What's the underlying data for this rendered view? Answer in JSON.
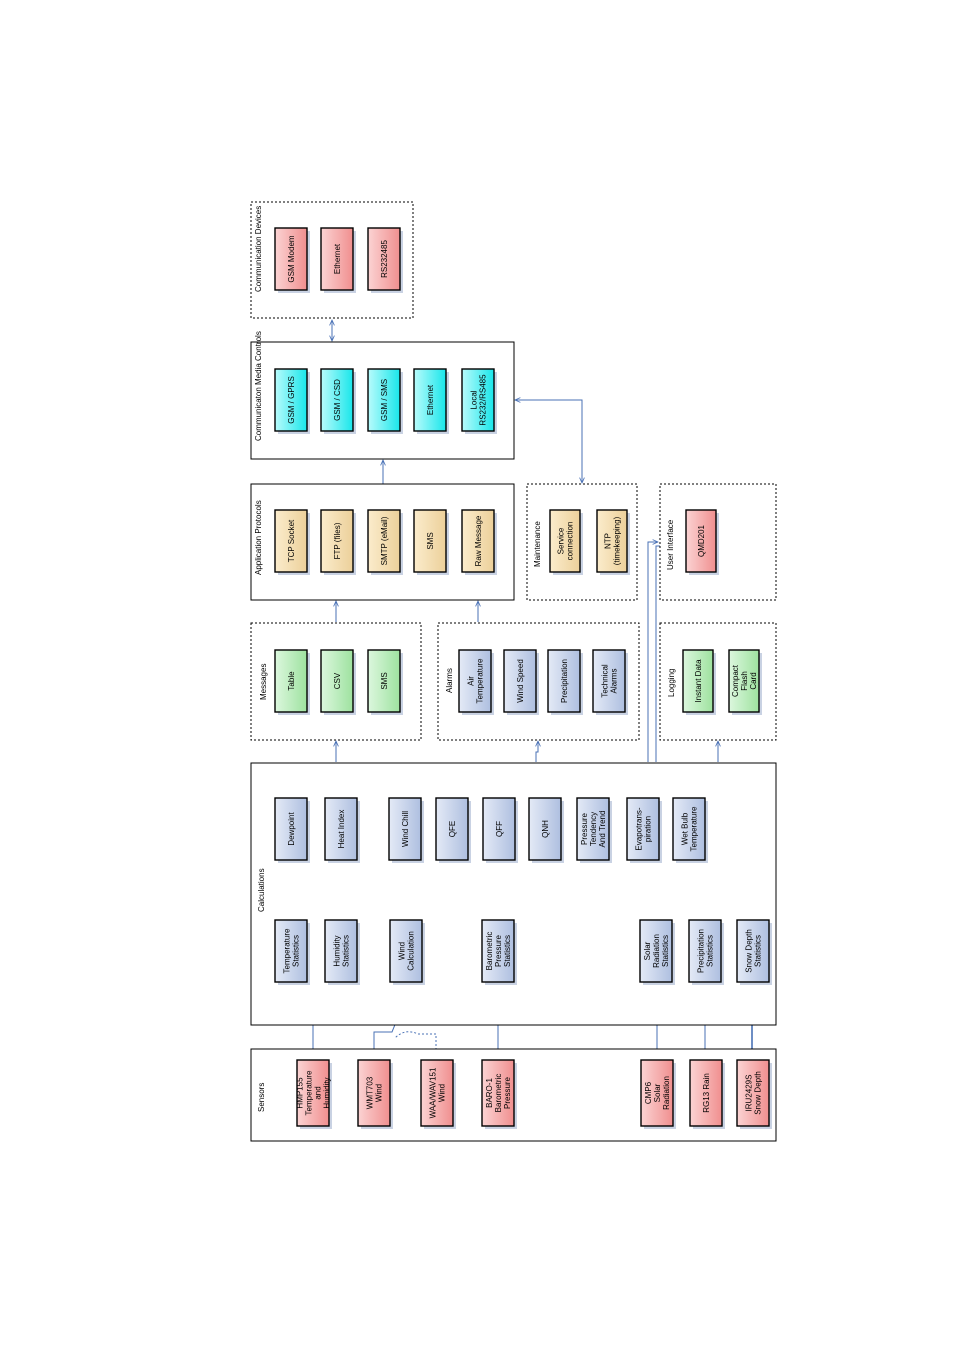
{
  "colors": {
    "sensor_red": "#f4a6a6",
    "media_cyan": "#33eef0",
    "protocol_tan": "#f0d8a8",
    "message_green": "#aee8b2",
    "calc_blue": "#c4d0e8",
    "connector": "#4a72b6"
  },
  "groups": {
    "communication_devices": "Communication Devices",
    "communication_media_controls": "Communicaton Media Controls",
    "application_protocols": "Application Protocols",
    "maintenance": "Maintenance",
    "user_interface": "User Interface",
    "messages": "Messages",
    "alarms": "Alarms",
    "logging": "Logging",
    "calculations": "Calculations",
    "sensors": "Sensors"
  },
  "boxes": {
    "gsm_modem": "GSM Modem",
    "ethernet_device": "Ethernet",
    "rs232485": "RS232485",
    "gsm_gprs": "GSM / GPRS",
    "gsm_csd": "GSM / CSD",
    "gsm_sms": "GSM / SMS",
    "ethernet_media": "Ethernet",
    "local_rs232": "Local RS232/RS485",
    "tcp_socket": "TCP Socket",
    "ftp_files": "FTP (files)",
    "smtp_email": "SMTP (eMail)",
    "sms_protocol": "SMS",
    "raw_message": "Raw Message",
    "service_connection": "Service connection",
    "ntp_timekeeping": "NTP (timekeeping)",
    "qmd201": "QMD201",
    "msg_table": "Table",
    "msg_csv": "CSV",
    "msg_sms": "SMS",
    "alarm_air_temperature": "Air Temperature",
    "alarm_wind_speed": "Wind Speed",
    "alarm_precipitation": "Precipitation",
    "alarm_technical": "Technical Alarms",
    "instant_data": "Instant Data",
    "compact_flash": "Compact Flash Card",
    "dewpoint": "Dewpoint",
    "heat_index": "Heat Index",
    "wind_chill": "Wind Chill",
    "qfe": "QFE",
    "qff": "QFF",
    "qnh": "QNH",
    "pressure_tendency": "Pressure Tendency And Trend",
    "evapotranspiration": "Evapotrans- piration",
    "wet_bulb": "Wet Bulb Temperature",
    "temperature_statistics": "Temperature Statistics",
    "humidity_statistics": "Humidity Statistics",
    "wind_calculation": "Wind Calculation",
    "barometric_statistics": "Barometric Pressure Statistics",
    "solar_statistics": "Solar Radiation Statistics",
    "precipitation_statistics": "Precipitation Statistics",
    "snow_statistics": "Snow Depth Statistics",
    "hmp155": "HMP155 Temperature and Humidity",
    "wmt703": "WMT703 Wind",
    "waa_wav151": "WAA/WAV151 Wind",
    "baro1": "BARO-1 Barometric Pressure",
    "cmp6": "CMP6 Solar Radiation",
    "rg13": "RG13 Rain",
    "iru2429s": "IRU2429S Snow Depth"
  }
}
